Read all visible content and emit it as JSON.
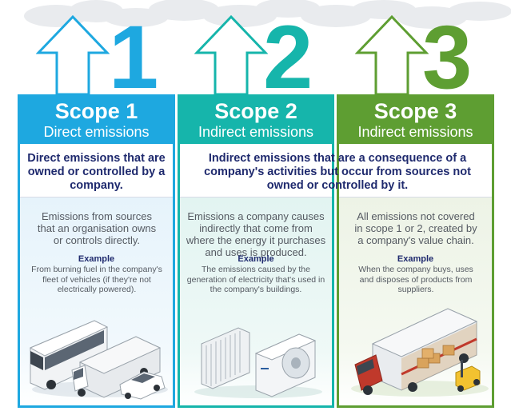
{
  "colors": {
    "scope1": "#1ea8e0",
    "scope2": "#16b5ab",
    "scope3": "#5e9e32",
    "headline_text": "#1f2a6e",
    "body_text": "#555a62"
  },
  "scopes": [
    {
      "number": "1",
      "title": "Scope 1",
      "subtitle": "Direct emissions",
      "description": "Emissions from sources that an organisation owns or controls directly.",
      "example_label": "Example",
      "example": "From burning fuel in the company's fleet of vehicles (if they're not electrically powered).",
      "illustration": "bus-truck-car-icon"
    },
    {
      "number": "2",
      "title": "Scope 2",
      "subtitle": "Indirect emissions",
      "description": "Emissions a company causes indirectly that come from where the energy it purchases and uses is produced.",
      "example_label": "Example",
      "example": "The emissions caused by the generation of electricity that's used in the company's buildings.",
      "illustration": "radiator-air-conditioner-icon"
    },
    {
      "number": "3",
      "title": "Scope 3",
      "subtitle": "Indirect emissions",
      "description": "All emissions not covered in scope 1 or 2, created by a company's value chain.",
      "example_label": "Example",
      "example": "When the company buys, uses and disposes of products from suppliers.",
      "illustration": "delivery-truck-forklift-icon"
    }
  ],
  "headlines": {
    "direct": "Direct emissions that are owned or controlled by a company.",
    "indirect": "Indirect emissions that are a consequence of a company's activities but occur from sources not owned or controlled by it."
  }
}
